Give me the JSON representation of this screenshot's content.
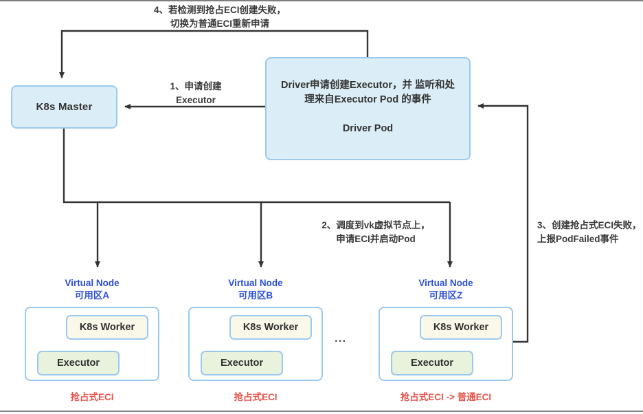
{
  "diagram": {
    "title_text_top": "4、若检测到抢占ECI创建失败，\n切换为普通ECI重新申请",
    "colors": {
      "box_border": "#9CC9EF",
      "box_fill_blue": "#DBEEF7",
      "box_fill_cream": "#FAF8E9",
      "box_fill_green": "#E9F2DC",
      "wire": "#333333",
      "vnode_title": "#2B4FD6",
      "footer_red": "#E8534A"
    }
  },
  "nodes": {
    "k8s_master": {
      "label": "K8s Master"
    },
    "driver_pod": {
      "description": "Driver申请创建Executor，并\n监听和处理来自Executor Pod\n的事件",
      "name": "Driver Pod"
    }
  },
  "edges": {
    "step1": {
      "label": "1、申请创建\nExecutor"
    },
    "step2": {
      "label": "2、调度到vk虚拟节点上，\n申请ECI并启动Pod"
    },
    "step3": {
      "label": "3、创建抢占式ECI失败，\n上报PodFailed事件"
    },
    "step4": {
      "label": "4、若检测到抢占ECI创建失败，\n切换为普通ECI重新申请"
    }
  },
  "virtual_nodes": [
    {
      "title": "Virtual Node\n可用区A",
      "worker": "K8s Worker",
      "executor": "Executor",
      "footer": "抢占式ECI"
    },
    {
      "title": "Virtual Node\n可用区B",
      "worker": "K8s Worker",
      "executor": "Executor",
      "footer": "抢占式ECI"
    },
    {
      "title": "Virtual Node\n可用区Z",
      "worker": "K8s Worker",
      "executor": "Executor",
      "footer": "抢占式ECI -> 普通ECI"
    }
  ],
  "ellipsis": {
    "glyph": "..."
  }
}
